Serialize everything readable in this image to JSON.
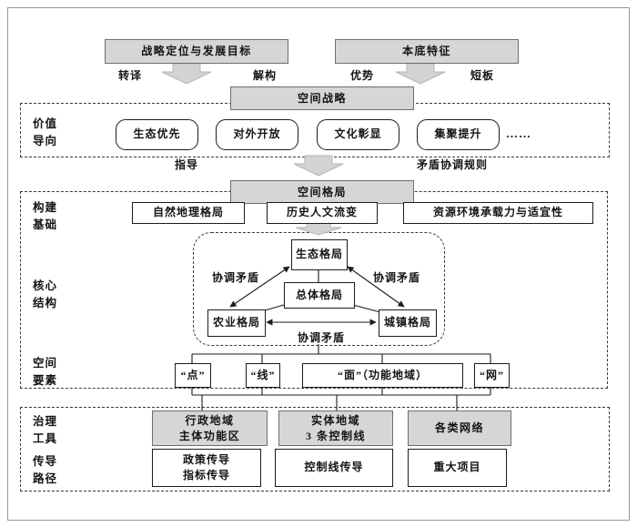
{
  "colors": {
    "box_fill": "#d6d6d6",
    "box_border": "#6e6e6e",
    "arrow_fill": "#d3d3d3",
    "arrow_edge": "#b4b4b4",
    "line_color": "#1c1c1c",
    "dash_color": "#3a3a3a",
    "outer_border": "#979797"
  },
  "top": {
    "strategy_goal": "战略定位与发展目标",
    "base_character": "本底特征",
    "translate": "转译",
    "deconstruct": "解构",
    "advantage": "优势",
    "shortcoming": "短板",
    "spatial_strategy": "空间战略"
  },
  "value_section": {
    "label": "价值\n导向",
    "items": [
      {
        "label": "生态优先"
      },
      {
        "label": "对外开放"
      },
      {
        "label": "文化彰显"
      },
      {
        "label": "集聚提升"
      }
    ],
    "ellipsis": "……",
    "guide": "指导",
    "conflict_rule": "矛盾协调规则"
  },
  "pattern_section": {
    "spatial_pattern": "空间格局",
    "basis_label": "构建\n基础",
    "basis_items": [
      {
        "label": "自然地理格局"
      },
      {
        "label": "历史人文流变"
      },
      {
        "label": "资源环境承载力与适宜性"
      }
    ],
    "core_label": "核心\n结构",
    "core": {
      "eco": "生态格局",
      "overall": "总体格局",
      "agri": "农业格局",
      "urban": "城镇格局",
      "coord_left": "协调矛盾",
      "coord_right": "协调矛盾",
      "coord_bottom": "协调矛盾"
    },
    "elements_label": "空间\n要素",
    "elements": [
      {
        "label": "“点”"
      },
      {
        "label": "“线”"
      },
      {
        "label": "“面”（功能地域）"
      },
      {
        "label": "“网”"
      }
    ]
  },
  "governance_section": {
    "tools_label": "治理\n工具",
    "tools": [
      {
        "label": "行政地域\n主体功能区"
      },
      {
        "label": "实体地域\n3 条控制线"
      },
      {
        "label": "各类网络"
      }
    ],
    "paths_label": "传导\n路径",
    "paths": [
      {
        "label": "政策传导\n指标传导"
      },
      {
        "label": "控制线传导"
      },
      {
        "label": "重大项目"
      }
    ]
  }
}
